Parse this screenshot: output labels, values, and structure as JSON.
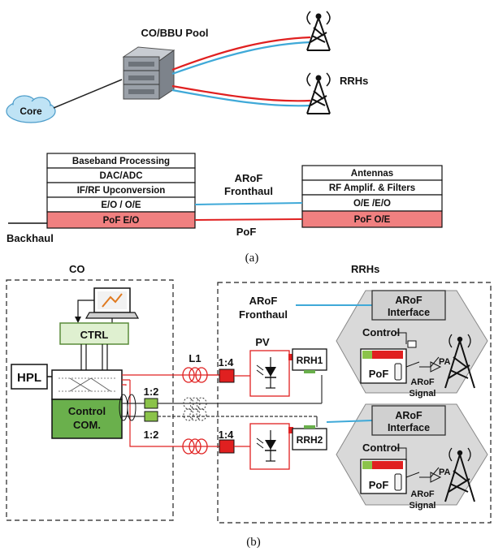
{
  "part_a": {
    "co_bbu_pool": "CO/BBU Pool",
    "core": "Core",
    "rrhs": "RRHs",
    "co_stack": [
      "Baseband Processing",
      "DAC/ADC",
      "IF/RF Upconversion",
      "E/O / O/E",
      "PoF E/O"
    ],
    "rrh_stack": [
      "Antennas",
      "RF Amplif. & Filters",
      "O/E /E/O",
      "PoF O/E"
    ],
    "aROF_fronthaul_line1": "ARoF",
    "aROF_fronthaul_line2": "Fronthaul",
    "pof": "PoF",
    "backhaul": "Backhaul",
    "caption": "(a)"
  },
  "part_b": {
    "co": "CO",
    "rrhs": "RRHs",
    "ctrl": "CTRL",
    "hpl": "HPL",
    "control_com_line1": "Control",
    "control_com_line2": "COM.",
    "l1": "L1",
    "split_1_2_top": "1:2",
    "split_1_2_bottom": "1:2",
    "split_1_4_top": "1:4",
    "split_1_4_bottom": "1:4",
    "pv": "PV",
    "rrh1": "RRH1",
    "rrh2": "RRH2",
    "arof_fronthaul_line1": "ARoF",
    "arof_fronthaul_line2": "Fronthaul",
    "arof_interface_line1": "ARoF",
    "arof_interface_line2": "Interface",
    "control": "Control",
    "pof": "PoF",
    "pa": "PA",
    "arof_signal_line1": "ARoF",
    "arof_signal_line2": "Signal",
    "caption": "(b)"
  },
  "colors": {
    "red": "#e02020",
    "blue": "#3fa9d8",
    "pof_fill": "#f08080",
    "green": "#6ab04c",
    "light_green": "#dff0d0",
    "hex_gray": "#d9d9d9"
  }
}
